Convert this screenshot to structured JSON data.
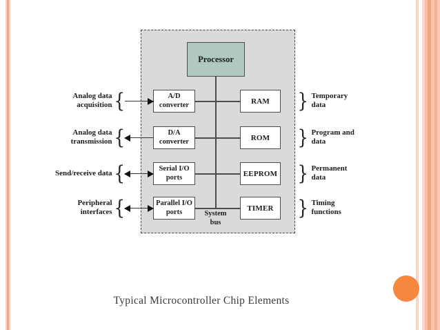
{
  "caption": "Typical Microcontroller Chip Elements",
  "colors": {
    "accent_orange": "#f5873e",
    "stripe_salmon": "#eda98d",
    "diagram_bg": "#dadada",
    "processor_fill": "#afc8c0"
  },
  "diagram": {
    "processor_label": "Processor",
    "system_bus_label": "System bus",
    "left_blocks": [
      "A/D converter",
      "D/A converter",
      "Serial I/O ports",
      "Parallel I/O ports"
    ],
    "right_blocks": [
      "RAM",
      "ROM",
      "EEPROM",
      "TIMER"
    ],
    "left_labels": [
      {
        "text": "Analog data acquisition",
        "arrow": "in"
      },
      {
        "text": "Analog data transmission",
        "arrow": "out"
      },
      {
        "text": "Send/receive data",
        "arrow": "both"
      },
      {
        "text": "Peripheral interfaces",
        "arrow": "both"
      }
    ],
    "right_labels": [
      "Temporary data",
      "Program and data",
      "Permanent data",
      "Timing functions"
    ],
    "braces": {
      "left": "{",
      "right": "}"
    }
  }
}
